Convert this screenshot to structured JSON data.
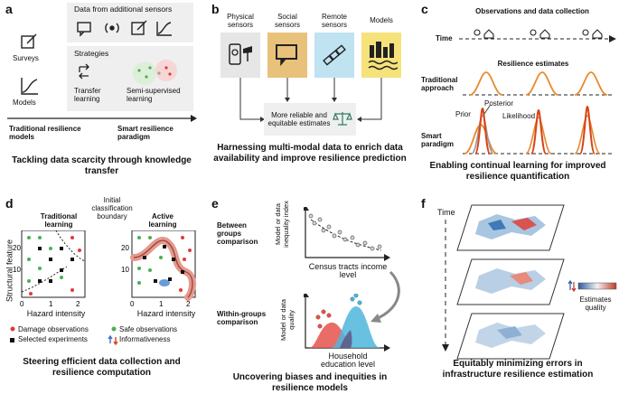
{
  "panel_a": {
    "label": "a",
    "sensors_title": "Data from additional sensors",
    "strategies_title": "Strategies",
    "surveys": "Surveys",
    "models": "Models",
    "transfer": "Transfer learning",
    "semi": "Semi-supervised learning",
    "axis_left": "Traditional resilience models",
    "axis_right": "Smart resilience paradigm",
    "caption": "Tackling data scarcity through knowledge transfer"
  },
  "panel_b": {
    "label": "b",
    "physical": "Physical sensors",
    "social": "Social sensors",
    "remote": "Remote sensors",
    "models": "Models",
    "result": "More reliable and equitable estimates",
    "caption": "Harnessing multi-modal data to enrich data availability and improve resilience prediction",
    "colors": {
      "physical": "#e6e6e6",
      "social": "#e8c27a",
      "remote": "#bfe3f1",
      "models": "#f6e27a"
    }
  },
  "panel_c": {
    "label": "c",
    "obs_title": "Observations and data collection",
    "time": "Time",
    "est_title": "Resilience estimates",
    "traditional": "Traditional approach",
    "smart": "Smart paradigm",
    "posterior": "Posterior",
    "prior": "Prior",
    "likelihood": "Likelihood",
    "caption": "Enabling continual learning for improved resilience quantification"
  },
  "panel_d": {
    "label": "d",
    "initial_boundary": "Initial classification boundary",
    "traditional": "Traditional learning",
    "active": "Active learning",
    "ylabel": "Structural feature",
    "xlabel": "Hazard intensity",
    "xticks": [
      "0",
      "1",
      "2"
    ],
    "yticks": [
      "10",
      "20"
    ],
    "legend_damage": "Damage observations",
    "legend_safe": "Safe observations",
    "legend_selected": "Selected experiments",
    "legend_info": "Informativeness",
    "caption": "Steering efficient data collection and resilience computation"
  },
  "panel_e": {
    "label": "e",
    "between": "Between groups comparison",
    "within": "Within-groups comparison",
    "y1": "Model or data inequality index",
    "x1": "Census tracts income level",
    "y2": "Model or data quality",
    "x2": "Household education level",
    "caption": "Uncovering biases and inequities in resilience models"
  },
  "panel_f": {
    "label": "f",
    "time": "Time",
    "legend": "Estimates quality",
    "caption": "Equitably minimizing errors in infrastructure resilience estimation"
  }
}
